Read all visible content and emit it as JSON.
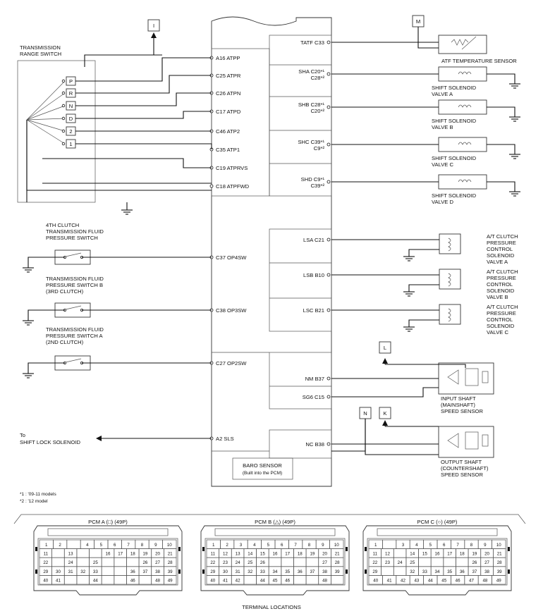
{
  "pcm": {
    "left_pins": [
      "A16 ATPP",
      "C25 ATPR",
      "C26 ATPN",
      "C17 ATPD",
      "C46 ATP2",
      "C35 ATP1",
      "C19 ATPRVS",
      "C18 ATPFWD",
      "C37 OP4SW",
      "C38 OP3SW",
      "C27 OP2SW",
      "A2 SLS"
    ],
    "right_pins": [
      {
        "l1": "TATF C33",
        "l2": ""
      },
      {
        "l1": "SHA C20*¹",
        "l2": "C28*²"
      },
      {
        "l1": "SHB C28*¹",
        "l2": "C20*²"
      },
      {
        "l1": "SHC C39*¹",
        "l2": "C9*²"
      },
      {
        "l1": "SHD C9*¹",
        "l2": "C39*²"
      },
      {
        "l1": "LSA C21",
        "l2": ""
      },
      {
        "l1": "LSB B10",
        "l2": ""
      },
      {
        "l1": "LSC B21",
        "l2": ""
      },
      {
        "l1": "NM B37",
        "l2": ""
      },
      {
        "l1": "SG6 C15",
        "l2": ""
      },
      {
        "l1": "NC B38",
        "l2": ""
      }
    ],
    "baro_line1": "BARO SENSOR",
    "baro_line2": "(Built into the PCM)"
  },
  "range_switch": {
    "title1": "TRANSMISSION",
    "title2": "RANGE SWITCH",
    "positions": [
      "P",
      "R",
      "N",
      "D",
      "2",
      "1"
    ]
  },
  "connector_tags": {
    "i": "I",
    "m": "M",
    "l": "L",
    "n": "N",
    "k": "K"
  },
  "switches": [
    {
      "l1": "4TH CLUTCH",
      "l2": "TRANSMISSION FLUID",
      "l3": "PRESSURE SWITCH"
    },
    {
      "l1": "TRANSMISSION FLUID",
      "l2": "PRESSURE SWITCH B",
      "l3": "(3RD CLUTCH)"
    },
    {
      "l1": "TRANSMISSION FLUID",
      "l2": "PRESSURE SWITCH A",
      "l3": "(2ND CLUTCH)"
    }
  ],
  "to_shift": {
    "l1": "To",
    "l2": "SHIFT LOCK SOLENOID"
  },
  "atf_sensor_label": "ATF TEMPERATURE SENSOR",
  "shift_solenoids": [
    {
      "l1": "SHIFT SOLENOID",
      "l2": "VALVE A"
    },
    {
      "l1": "SHIFT SOLENOID",
      "l2": "VALVE B"
    },
    {
      "l1": "SHIFT SOLENOID",
      "l2": "VALVE C"
    },
    {
      "l1": "SHIFT SOLENOID",
      "l2": "VALVE D"
    }
  ],
  "clutch_valves": [
    {
      "lines": [
        "A/T CLUTCH",
        "PRESSURE",
        "CONTROL",
        "SOLENOID",
        "VALVE A"
      ]
    },
    {
      "lines": [
        "A/T CLUTCH",
        "PRESSURE",
        "CONTROL",
        "SOLENOID",
        "VALVE B"
      ]
    },
    {
      "lines": [
        "A/T CLUTCH",
        "PRESSURE",
        "CONTROL",
        "SOLENOID",
        "VALVE C"
      ]
    }
  ],
  "speed_sensors": [
    {
      "l1": "INPUT SHAFT",
      "l2": "(MAINSHAFT)",
      "l3": "SPEED SENSOR"
    },
    {
      "l1": "OUTPUT SHAFT",
      "l2": "(COUNTERSHAFT)",
      "l3": "SPEED SENSOR"
    }
  ],
  "footnotes": {
    "n1": "*1 : '09-11 models",
    "n2": "*2 : '12 model"
  },
  "connectors": [
    {
      "title": "PCM A (□) (49P)",
      "rows": [
        [
          "1",
          "2",
          "",
          "4",
          "5",
          "6",
          "7",
          "8",
          "9",
          "10"
        ],
        [
          "11",
          "",
          "13",
          "",
          "",
          "16",
          "17",
          "18",
          "19",
          "20",
          "21"
        ],
        [
          "22",
          "",
          "24",
          "",
          "25",
          "",
          "",
          "",
          "26",
          "27",
          "28"
        ],
        [
          "29",
          "30",
          "31",
          "32",
          "33",
          "",
          "",
          "36",
          "37",
          "38",
          "39"
        ],
        [
          "40",
          "41",
          "",
          "",
          "44",
          "",
          "",
          "46",
          "",
          "48",
          "49"
        ]
      ]
    },
    {
      "title": "PCM B (△) (49P)",
      "rows": [
        [
          "1",
          "2",
          "3",
          "4",
          "5",
          "6",
          "7",
          "8",
          "9",
          "10"
        ],
        [
          "11",
          "12",
          "13",
          "14",
          "15",
          "16",
          "17",
          "18",
          "19",
          "20",
          "21"
        ],
        [
          "22",
          "23",
          "24",
          "25",
          "26",
          "",
          "",
          "",
          "",
          "27",
          "28"
        ],
        [
          "29",
          "30",
          "31",
          "32",
          "33",
          "34",
          "35",
          "36",
          "37",
          "38",
          "39"
        ],
        [
          "40",
          "41",
          "42",
          "",
          "44",
          "45",
          "46",
          "",
          "",
          "48",
          ""
        ]
      ]
    },
    {
      "title": "PCM C (○) (49P)",
      "rows": [
        [
          "1",
          "",
          "3",
          "4",
          "5",
          "6",
          "7",
          "8",
          "9",
          "10"
        ],
        [
          "11",
          "12",
          "",
          "14",
          "15",
          "16",
          "17",
          "18",
          "19",
          "20",
          "21"
        ],
        [
          "22",
          "23",
          "24",
          "25",
          "",
          "",
          "",
          "",
          "26",
          "27",
          "28"
        ],
        [
          "29",
          "",
          "",
          "32",
          "33",
          "34",
          "35",
          "36",
          "37",
          "38",
          "39"
        ],
        [
          "40",
          "41",
          "42",
          "43",
          "44",
          "45",
          "46",
          "47",
          "48",
          "49"
        ]
      ]
    }
  ],
  "terminal_locations": "TERMINAL LOCATIONS"
}
